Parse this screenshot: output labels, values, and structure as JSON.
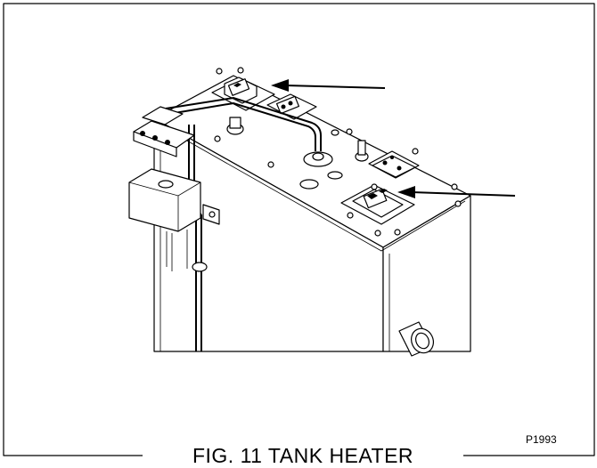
{
  "figure": {
    "caption": "FIG. 11 TANK HEATER",
    "part_number": "P1993"
  },
  "callouts": [
    {
      "target": "upper-heater-element"
    },
    {
      "target": "lower-heater-element"
    }
  ]
}
